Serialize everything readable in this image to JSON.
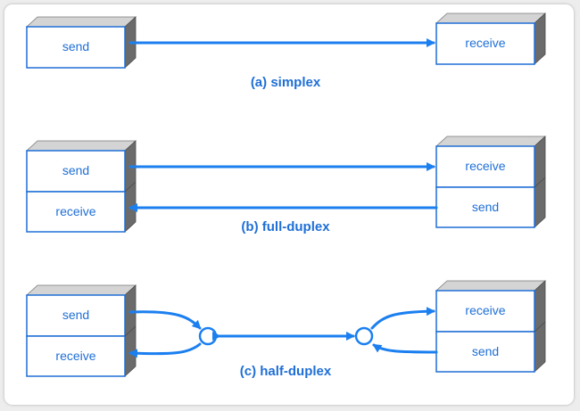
{
  "colors": {
    "accent": "#1f6fd6",
    "wire": "#1b7ff0",
    "box_top": "#d4d4d4",
    "box_side": "#6b6b6b"
  },
  "simplex": {
    "left_send": "send",
    "right_receive": "receive",
    "caption": "(a)  simplex"
  },
  "full_duplex": {
    "left_send": "send",
    "left_receive": "receive",
    "right_receive": "receive",
    "right_send": "send",
    "caption": "(b)  full-duplex"
  },
  "half_duplex": {
    "left_send": "send",
    "left_receive": "receive",
    "right_receive": "receive",
    "right_send": "send",
    "caption": "(c)  half-duplex"
  }
}
